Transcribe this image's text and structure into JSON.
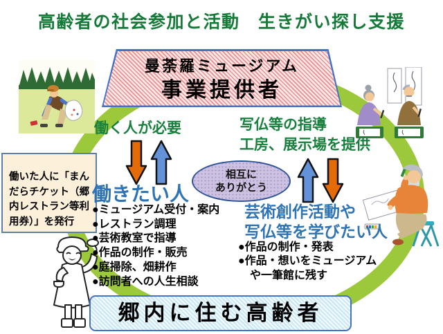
{
  "title": "高齢者の社会参加と活動　生きがい探し支援",
  "provider": {
    "line1": "曼荼羅ミュージアム",
    "line2": "事業提供者"
  },
  "need_label": "働く人が必要",
  "offer_label": {
    "line1": "写仏等の指導",
    "line2": "工房、展示場を提供"
  },
  "oval": {
    "line1": "相互に",
    "line2": "ありがとう"
  },
  "workers": {
    "heading": "働きたい人",
    "bullet": "●",
    "items": [
      "ミュージアム受付・案内",
      "レストラン調理",
      "芸術教室で指導",
      "作品の制作・販売",
      "庭掃除、畑耕作",
      "訪問者への人生相談"
    ]
  },
  "learners": {
    "heading_line1": "芸術創作活動や",
    "heading_line2": "写仏等を学びたい人",
    "bullet": "●",
    "items": [
      "作品の制作・発表",
      "作品・想いをミュージアム",
      "や一筆館に残す"
    ]
  },
  "ticket_note": "働いた人に「まんだらチケット（郷内レストラン等利用券）」を発行",
  "residents_label": "郷内に住む高齢者",
  "cliparts": {
    "top_left": "litter-picking-volunteer",
    "top_right": "calligraphy-elders",
    "right": "sketching-elder",
    "bottom_left": "cook-tasting"
  },
  "colors": {
    "title_green": "#157A38",
    "ring_green": "#9CC83C",
    "heading_blue": "#2E74B5",
    "label_green": "#17803C",
    "arrow_orange": "#E36C09",
    "arrow_blue": "#6392D9",
    "provider_border": "#4472C4",
    "oval_border": "#2F5496",
    "ticket_fill": "#FDF0DB",
    "bottom_fill": "#CDE9F6"
  }
}
